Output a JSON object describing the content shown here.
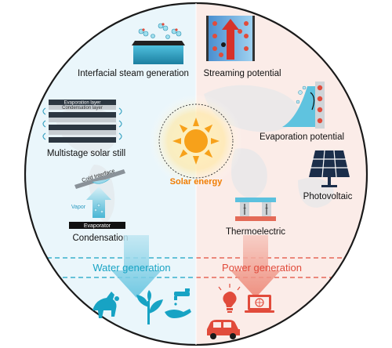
{
  "center": {
    "label": "Solar energy"
  },
  "left_items": {
    "interfacial": "Interfacial steam generation",
    "multistage": "Multistage solar still",
    "evaporation_layer": "Evaporation layer",
    "condensation_layer": "Condensation layer",
    "condensation": "Condensation",
    "cold_interface": "Cold Interface",
    "vapor": "Vapor",
    "evaporator": "Evaporator"
  },
  "right_items": {
    "streaming": "Streaming potential",
    "evaporation_potential": "Evaporation potential",
    "photovoltaic": "Photovoltaic",
    "thermoelectric": "Thermoelectric"
  },
  "sections": {
    "water": "Water generation",
    "power": "Power generation"
  },
  "colors": {
    "left_bg": "#eaf6fb",
    "right_bg": "#fbece8",
    "water": "#17a3c4",
    "power": "#e14b3b",
    "sun": "#f7a11a"
  },
  "icons": {
    "left_bottom": [
      "dog-icon",
      "plant-icon",
      "water-tap-icon"
    ],
    "right_bottom": [
      "lightbulb-icon",
      "car-icon",
      "laptop-icon"
    ]
  }
}
